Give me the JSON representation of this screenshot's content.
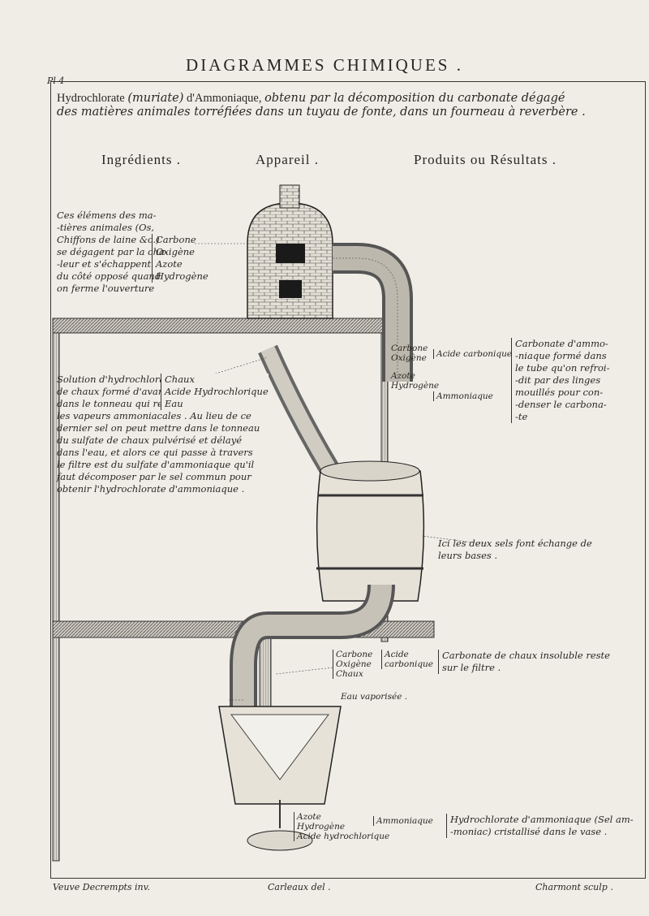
{
  "plate": {
    "title": "DIAGRAMMES CHIMIQUES .",
    "number": "Pl 4",
    "heading_line1_roman": "Hydrochlorate",
    "heading_line1_italic1": "(muriate)",
    "heading_line1_roman2": "d'Ammoniaque,",
    "heading_line1_italic2": "obtenu par la décomposition du carbonate dégagé",
    "heading_line2": "des matières animales torréfiées dans un tuyau de fonte, dans un fourneau à reverbère ."
  },
  "columns": {
    "ingredients": "Ingrédients .",
    "apparatus": "Appareil .",
    "products": "Produits ou Résultats ."
  },
  "notes": {
    "animal_matter": [
      "Ces élémens des ma-",
      "-tières animales (Os,",
      "Chiffons de laine &c.)",
      "se dégagent par la cha-",
      "-leur et s'échappent",
      "du côté opposé quand",
      "on ferme l'ouverture"
    ],
    "animal_elements": [
      "Carbone",
      "Oxigène",
      "Azote",
      "Hydrogène"
    ],
    "solution": [
      "Solution d'hydrochlorate",
      "de chaux formé d'avance",
      "dans le tonneau qui reçoit",
      "les vapeurs ammoniacales . Au lieu de ce",
      "dernier sel on peut mettre dans le tonneau",
      "du sulfate de chaux pulvérisé et délayé",
      "dans l'eau, et alors ce qui passe à travers",
      "le filtre est du sulfate d'ammoniaque qu'il",
      "faut décomposer par le sel commun pour",
      "obtenir l'hydrochlorate d'ammoniaque ."
    ],
    "solution_components": [
      "Chaux",
      "Acide Hydrochlorique",
      "Eau"
    ],
    "pipe_left": [
      "Carbone",
      "Oxigène",
      "Azote",
      "Hydrogène"
    ],
    "pipe_acid": "Acide carbonique",
    "pipe_ammonia": "Ammoniaque",
    "carbonate_result": [
      "Carbonate d'ammo-",
      "-niaque formé dans",
      "le tube qu'on refroi-",
      "-dit par des linges",
      "mouillés pour con-",
      "-denser le carbona-",
      "-te"
    ],
    "exchange": [
      "Ici les deux sels font échange de",
      "leurs bases ."
    ],
    "lower_left": [
      "Carbone",
      "Oxigène",
      "Chaux"
    ],
    "lower_acid": [
      "Acide",
      "carbonique"
    ],
    "lower_result": [
      "Carbonate de chaux insoluble reste",
      "sur le filtre ."
    ],
    "vapour": "Eau vaporisée .",
    "bottom_left": [
      "Azote",
      "Hydrogène",
      "Acide hydrochlorique"
    ],
    "bottom_ammonia": "Ammoniaque",
    "bottom_result": [
      "Hydrochlorate d'ammoniaque (Sel am-",
      "-moniac) cristallisé dans le vase ."
    ]
  },
  "credits": {
    "engraver_left": "Veuve Decrempts inv.",
    "drawer": "Carleaux del .",
    "engraver_right": "Charmont sculp ."
  }
}
